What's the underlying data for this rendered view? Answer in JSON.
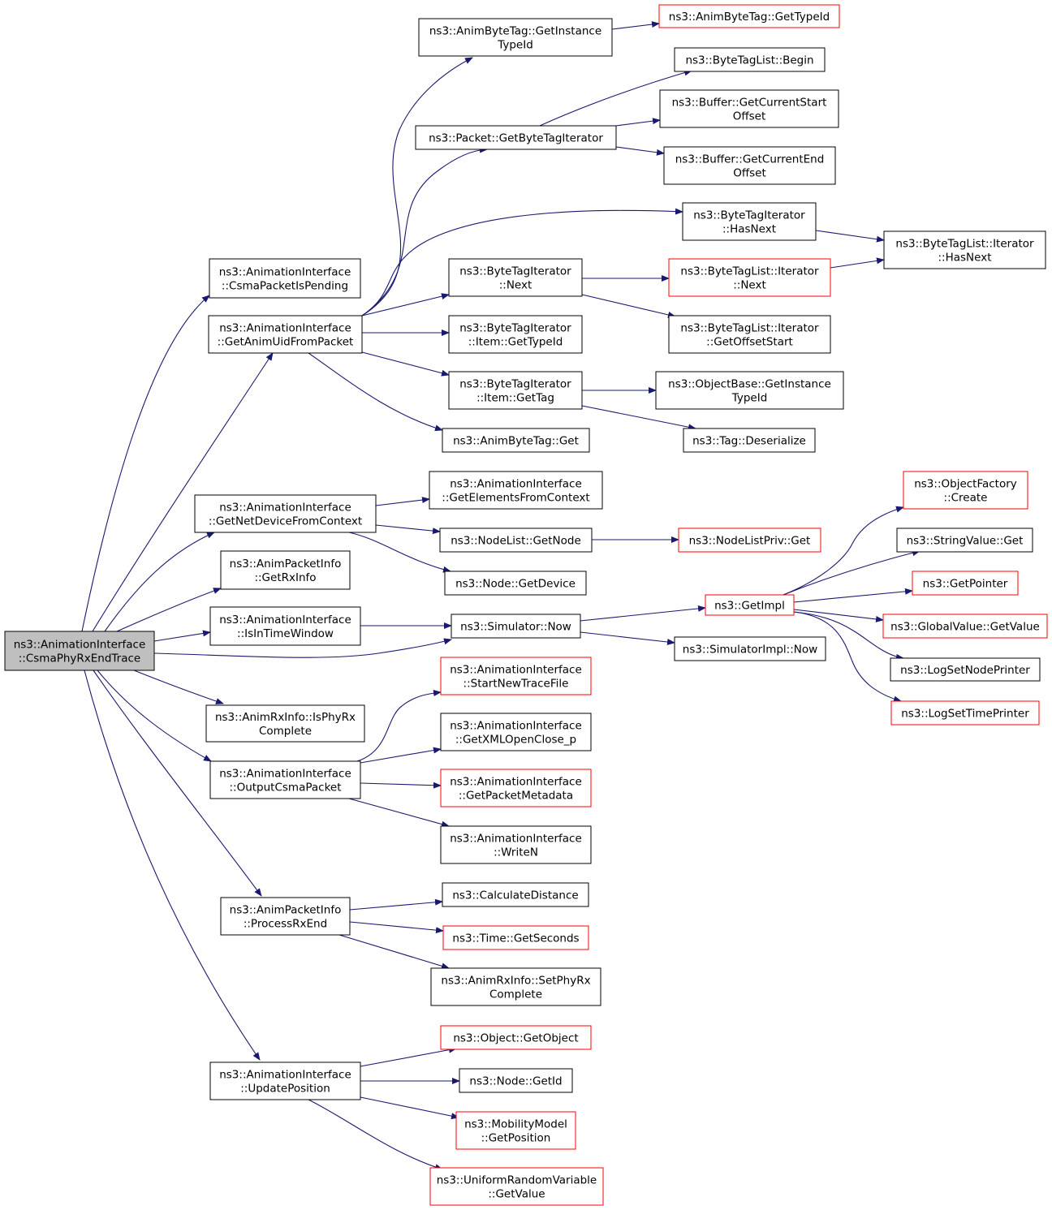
{
  "colors": {
    "edge": "#191970",
    "normal_border": "#000000",
    "incomplete_border": "#ff0000",
    "root_fill": "#bfbfbf",
    "node_fill": "#ffffff"
  },
  "nodes": [
    {
      "id": "root",
      "lines": [
        "ns3::AnimationInterface",
        "::CsmaPhyRxEndTrace"
      ],
      "style": "root"
    },
    {
      "id": "csmaPending",
      "lines": [
        "ns3::AnimationInterface",
        "::CsmaPacketIsPending"
      ],
      "style": "normal"
    },
    {
      "id": "getAnimUid",
      "lines": [
        "ns3::AnimationInterface",
        "::GetAnimUidFromPacket"
      ],
      "style": "normal"
    },
    {
      "id": "getNetDev",
      "lines": [
        "ns3::AnimationInterface",
        "::GetNetDeviceFromContext"
      ],
      "style": "normal"
    },
    {
      "id": "getRxInfo",
      "lines": [
        "ns3::AnimPacketInfo",
        "::GetRxInfo"
      ],
      "style": "normal"
    },
    {
      "id": "isInTime",
      "lines": [
        "ns3::AnimationInterface",
        "::IsInTimeWindow"
      ],
      "style": "normal"
    },
    {
      "id": "isPhyRx",
      "lines": [
        "ns3::AnimRxInfo::IsPhyRx",
        "Complete"
      ],
      "style": "normal"
    },
    {
      "id": "outputCsma",
      "lines": [
        "ns3::AnimationInterface",
        "::OutputCsmaPacket"
      ],
      "style": "normal"
    },
    {
      "id": "processRx",
      "lines": [
        "ns3::AnimPacketInfo",
        "::ProcessRxEnd"
      ],
      "style": "normal"
    },
    {
      "id": "updatePos",
      "lines": [
        "ns3::AnimationInterface",
        "::UpdatePosition"
      ],
      "style": "normal"
    },
    {
      "id": "animInst",
      "lines": [
        "ns3::AnimByteTag::GetInstance",
        "TypeId"
      ],
      "style": "normal"
    },
    {
      "id": "animType",
      "lines": [
        "ns3::AnimByteTag::GetTypeId"
      ],
      "style": "incomplete"
    },
    {
      "id": "pktIter",
      "lines": [
        "ns3::Packet::GetByteTagIterator"
      ],
      "style": "normal"
    },
    {
      "id": "btlBegin",
      "lines": [
        "ns3::ByteTagList::Begin"
      ],
      "style": "normal"
    },
    {
      "id": "bufStart",
      "lines": [
        "ns3::Buffer::GetCurrentStart",
        "Offset"
      ],
      "style": "normal"
    },
    {
      "id": "bufEnd",
      "lines": [
        "ns3::Buffer::GetCurrentEnd",
        "Offset"
      ],
      "style": "normal"
    },
    {
      "id": "btiHasNext",
      "lines": [
        "ns3::ByteTagIterator",
        "::HasNext"
      ],
      "style": "normal"
    },
    {
      "id": "btlItHasNext",
      "lines": [
        "ns3::ByteTagList::Iterator",
        "::HasNext"
      ],
      "style": "normal"
    },
    {
      "id": "btiNext",
      "lines": [
        "ns3::ByteTagIterator",
        "::Next"
      ],
      "style": "normal"
    },
    {
      "id": "btlItNext",
      "lines": [
        "ns3::ByteTagList::Iterator",
        "::Next"
      ],
      "style": "incomplete"
    },
    {
      "id": "btiItemType",
      "lines": [
        "ns3::ByteTagIterator",
        "::Item::GetTypeId"
      ],
      "style": "normal"
    },
    {
      "id": "btlItOffset",
      "lines": [
        "ns3::ByteTagList::Iterator",
        "::GetOffsetStart"
      ],
      "style": "normal"
    },
    {
      "id": "btiItemTag",
      "lines": [
        "ns3::ByteTagIterator",
        "::Item::GetTag"
      ],
      "style": "normal"
    },
    {
      "id": "objBaseInst",
      "lines": [
        "ns3::ObjectBase::GetInstance",
        "TypeId"
      ],
      "style": "normal"
    },
    {
      "id": "animGet",
      "lines": [
        "ns3::AnimByteTag::Get"
      ],
      "style": "normal"
    },
    {
      "id": "tagDeser",
      "lines": [
        "ns3::Tag::Deserialize"
      ],
      "style": "normal"
    },
    {
      "id": "getElements",
      "lines": [
        "ns3::AnimationInterface",
        "::GetElementsFromContext"
      ],
      "style": "normal"
    },
    {
      "id": "nodeListGet",
      "lines": [
        "ns3::NodeList::GetNode"
      ],
      "style": "normal"
    },
    {
      "id": "nodeListPriv",
      "lines": [
        "ns3::NodeListPriv::Get"
      ],
      "style": "incomplete"
    },
    {
      "id": "nodeGetDev",
      "lines": [
        "ns3::Node::GetDevice"
      ],
      "style": "normal"
    },
    {
      "id": "simNow",
      "lines": [
        "ns3::Simulator::Now"
      ],
      "style": "normal"
    },
    {
      "id": "getImpl",
      "lines": [
        "ns3::GetImpl"
      ],
      "style": "incomplete"
    },
    {
      "id": "simImplNow",
      "lines": [
        "ns3::SimulatorImpl::Now"
      ],
      "style": "normal"
    },
    {
      "id": "objFactory",
      "lines": [
        "ns3::ObjectFactory",
        "::Create"
      ],
      "style": "incomplete"
    },
    {
      "id": "strValGet",
      "lines": [
        "ns3::StringValue::Get"
      ],
      "style": "normal"
    },
    {
      "id": "getPointer",
      "lines": [
        "ns3::GetPointer"
      ],
      "style": "incomplete"
    },
    {
      "id": "globalVal",
      "lines": [
        "ns3::GlobalValue::GetValue"
      ],
      "style": "incomplete"
    },
    {
      "id": "logNode",
      "lines": [
        "ns3::LogSetNodePrinter"
      ],
      "style": "normal"
    },
    {
      "id": "logTime",
      "lines": [
        "ns3::LogSetTimePrinter"
      ],
      "style": "incomplete"
    },
    {
      "id": "startTrace",
      "lines": [
        "ns3::AnimationInterface",
        "::StartNewTraceFile"
      ],
      "style": "incomplete"
    },
    {
      "id": "getXml",
      "lines": [
        "ns3::AnimationInterface",
        "::GetXMLOpenClose_p"
      ],
      "style": "normal"
    },
    {
      "id": "getPktMeta",
      "lines": [
        "ns3::AnimationInterface",
        "::GetPacketMetadata"
      ],
      "style": "incomplete"
    },
    {
      "id": "writeN",
      "lines": [
        "ns3::AnimationInterface",
        "::WriteN"
      ],
      "style": "normal"
    },
    {
      "id": "calcDist",
      "lines": [
        "ns3::CalculateDistance"
      ],
      "style": "normal"
    },
    {
      "id": "timeSec",
      "lines": [
        "ns3::Time::GetSeconds"
      ],
      "style": "incomplete"
    },
    {
      "id": "setPhyRx",
      "lines": [
        "ns3::AnimRxInfo::SetPhyRx",
        "Complete"
      ],
      "style": "normal"
    },
    {
      "id": "objGetObj",
      "lines": [
        "ns3::Object::GetObject"
      ],
      "style": "incomplete"
    },
    {
      "id": "nodeGetId",
      "lines": [
        "ns3::Node::GetId"
      ],
      "style": "normal"
    },
    {
      "id": "mobPos",
      "lines": [
        "ns3::MobilityModel",
        "::GetPosition"
      ],
      "style": "incomplete"
    },
    {
      "id": "uniformGet",
      "lines": [
        "ns3::UniformRandomVariable",
        "::GetValue"
      ],
      "style": "incomplete"
    }
  ],
  "edges": [
    [
      "root",
      "csmaPending"
    ],
    [
      "root",
      "getAnimUid"
    ],
    [
      "root",
      "getNetDev"
    ],
    [
      "root",
      "getRxInfo"
    ],
    [
      "root",
      "isInTime"
    ],
    [
      "root",
      "simNow"
    ],
    [
      "root",
      "isPhyRx"
    ],
    [
      "root",
      "outputCsma"
    ],
    [
      "root",
      "processRx"
    ],
    [
      "root",
      "updatePos"
    ],
    [
      "getAnimUid",
      "animInst"
    ],
    [
      "getAnimUid",
      "pktIter"
    ],
    [
      "getAnimUid",
      "btiHasNext"
    ],
    [
      "getAnimUid",
      "btiNext"
    ],
    [
      "getAnimUid",
      "btiItemType"
    ],
    [
      "getAnimUid",
      "btiItemTag"
    ],
    [
      "getAnimUid",
      "animGet"
    ],
    [
      "animInst",
      "animType"
    ],
    [
      "pktIter",
      "btlBegin"
    ],
    [
      "pktIter",
      "bufStart"
    ],
    [
      "pktIter",
      "bufEnd"
    ],
    [
      "btiHasNext",
      "btlItHasNext"
    ],
    [
      "btiNext",
      "btlItNext"
    ],
    [
      "btiNext",
      "btlItOffset"
    ],
    [
      "btlItNext",
      "btlItHasNext"
    ],
    [
      "btiItemTag",
      "objBaseInst"
    ],
    [
      "btiItemTag",
      "tagDeser"
    ],
    [
      "getNetDev",
      "getElements"
    ],
    [
      "getNetDev",
      "nodeListGet"
    ],
    [
      "getNetDev",
      "nodeGetDev"
    ],
    [
      "nodeListGet",
      "nodeListPriv"
    ],
    [
      "isInTime",
      "simNow"
    ],
    [
      "simNow",
      "getImpl"
    ],
    [
      "simNow",
      "simImplNow"
    ],
    [
      "getImpl",
      "objFactory"
    ],
    [
      "getImpl",
      "strValGet"
    ],
    [
      "getImpl",
      "getPointer"
    ],
    [
      "getImpl",
      "globalVal"
    ],
    [
      "getImpl",
      "logNode"
    ],
    [
      "getImpl",
      "logTime"
    ],
    [
      "outputCsma",
      "startTrace"
    ],
    [
      "outputCsma",
      "getXml"
    ],
    [
      "outputCsma",
      "getPktMeta"
    ],
    [
      "outputCsma",
      "writeN"
    ],
    [
      "processRx",
      "calcDist"
    ],
    [
      "processRx",
      "timeSec"
    ],
    [
      "processRx",
      "setPhyRx"
    ],
    [
      "updatePos",
      "objGetObj"
    ],
    [
      "updatePos",
      "nodeGetId"
    ],
    [
      "updatePos",
      "mobPos"
    ],
    [
      "updatePos",
      "uniformGet"
    ]
  ]
}
